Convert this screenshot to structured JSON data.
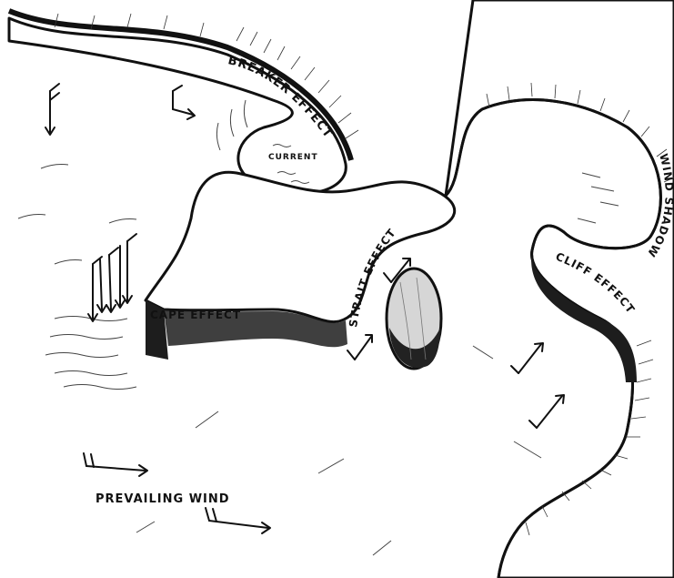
{
  "labels": {
    "breaker_effect": "BREAKER EFFECT",
    "current": "CURRENT",
    "wind_shadow": "WIND SHADOW",
    "strait_effect": "STRAIT EFFECT",
    "cape_effect": "CAPE EFFECT",
    "cliff_effect": "CLIFF EFFECT",
    "prevailing_wind": "PREVAILING WIND"
  },
  "colors": {
    "ink": "#111111",
    "paper": "#ffffff"
  }
}
